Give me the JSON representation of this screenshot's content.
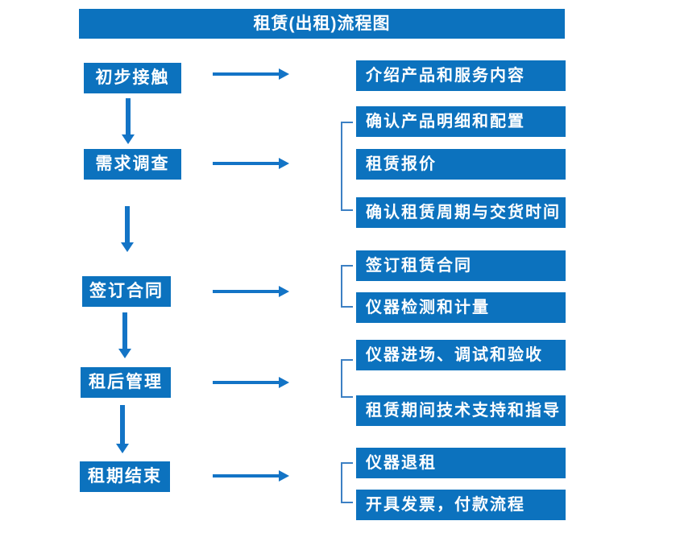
{
  "title": "租赁(出租)流程图",
  "colors": {
    "box_blue": "#0c72be",
    "arrow_blue": "#1374c6",
    "bracket_blue": "#3c80c4",
    "text": "#ffffff",
    "background": "#ffffff"
  },
  "flow": {
    "steps": [
      {
        "label": "初步接触",
        "details": [
          "介绍产品和服务内容"
        ]
      },
      {
        "label": "需求调查",
        "details": [
          "确认产品明细和配置",
          "租赁报价",
          "确认租赁周期与交货时间"
        ]
      },
      {
        "label": "签订合同",
        "details": [
          "签订租赁合同",
          "仪器检测和计量"
        ]
      },
      {
        "label": "租后管理",
        "details": [
          "仪器进场、调试和验收",
          "租赁期间技术支持和指导"
        ]
      },
      {
        "label": "租期结束",
        "details": [
          "仪器退租",
          "开具发票，付款流程"
        ]
      }
    ]
  }
}
